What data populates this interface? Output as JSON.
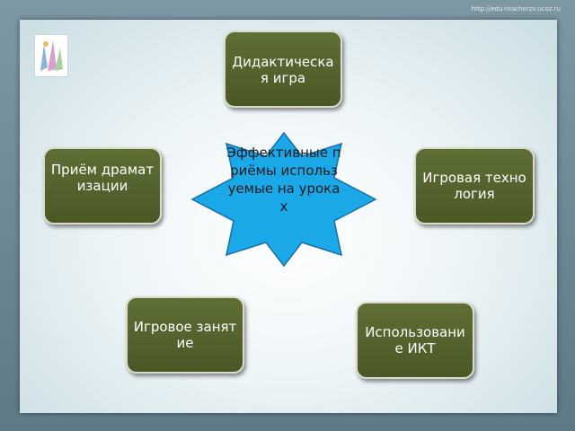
{
  "header": {
    "url": "http://edu-teacherzv.ucoz.ru"
  },
  "colors": {
    "node_fill": "#55652c",
    "node_border": "#d8dcc8",
    "star_fill": "#1aa8e8",
    "star_stroke": "#1a6ea8"
  },
  "center": {
    "label": "Эффективные приёмы используемые на уроках"
  },
  "nodes": {
    "didactic": "Дидактическая игра",
    "dramatization": "Приём драматизации",
    "game_tech": "Игровая технология",
    "game_lesson": "Игровое занятие",
    "ict": "Использование ИКТ"
  }
}
